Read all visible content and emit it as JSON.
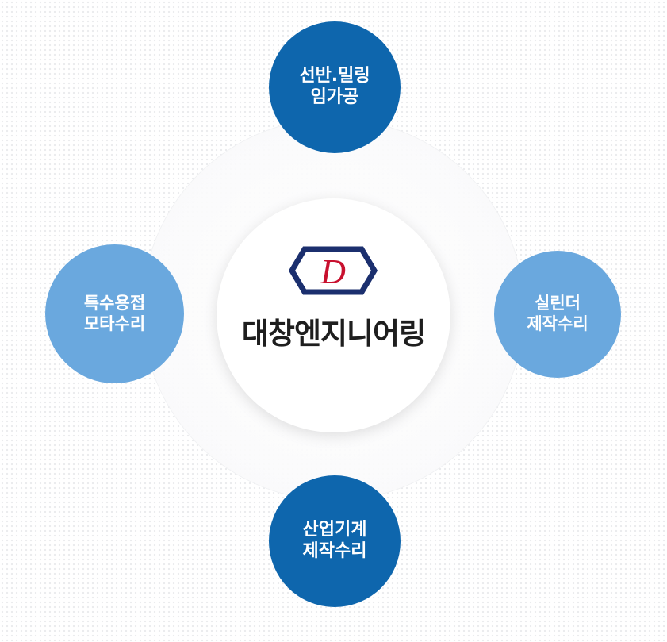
{
  "center": {
    "logo_letter": "D",
    "company_name": "대창엔지니어링"
  },
  "nodes": {
    "top": {
      "line1": "선반.밀링",
      "line2": "임가공",
      "color": "#0e66ad"
    },
    "left": {
      "line1": "특수용접",
      "line2": "모타수리",
      "color": "#6aa8de"
    },
    "right": {
      "line1": "실린더",
      "line2": "제작수리",
      "color": "#6aa8de"
    },
    "bottom": {
      "line1": "산업기계",
      "line2": "제작수리",
      "color": "#0e66ad"
    }
  },
  "colors": {
    "logo_outline": "#1b2f6e",
    "logo_letter": "#c8102e"
  }
}
